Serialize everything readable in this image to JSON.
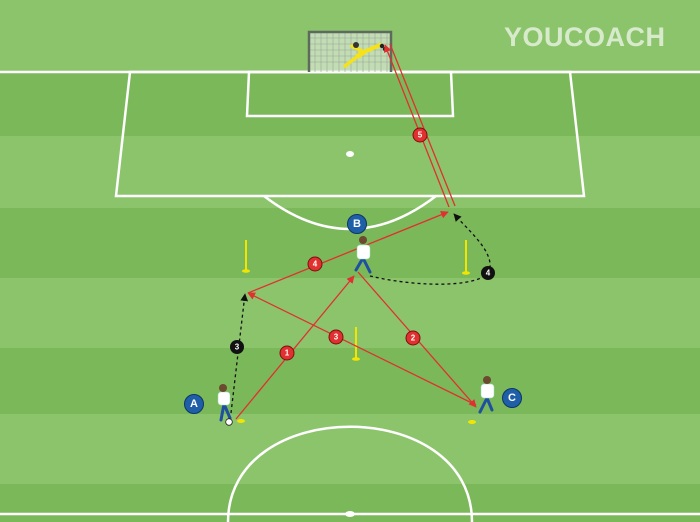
{
  "brand": {
    "watermark": "YOUCOACH"
  },
  "colors": {
    "grass_light": "#8cc46c",
    "grass_dark": "#7bb85a",
    "line_white": "#ffffff",
    "pass_red": "#e0302f",
    "run_black": "#111111",
    "player_badge": "#1f5fa8",
    "cone_yellow": "#f2e500",
    "keeper_yellow": "#f5e21a"
  },
  "players": [
    {
      "id": "A",
      "label": "A",
      "role": "attacker"
    },
    {
      "id": "B",
      "label": "B",
      "role": "attacker"
    },
    {
      "id": "C",
      "label": "C",
      "role": "attacker"
    }
  ],
  "goalkeeper": {
    "label": "",
    "icon": "goalkeeper-icon"
  },
  "passes": [
    {
      "step": "1",
      "from": "A",
      "to": "B"
    },
    {
      "step": "2",
      "from": "B",
      "to": "C"
    },
    {
      "step": "3",
      "from": "C",
      "to": "A"
    },
    {
      "step": "4",
      "from": "A",
      "to": "B"
    },
    {
      "step": "5",
      "from": "B",
      "to": "goal"
    }
  ],
  "runs": [
    {
      "step": "3",
      "player": "A"
    },
    {
      "step": "4",
      "player": "B"
    }
  ],
  "equipment": {
    "poles": 3,
    "cones": 2,
    "balls": 1
  }
}
